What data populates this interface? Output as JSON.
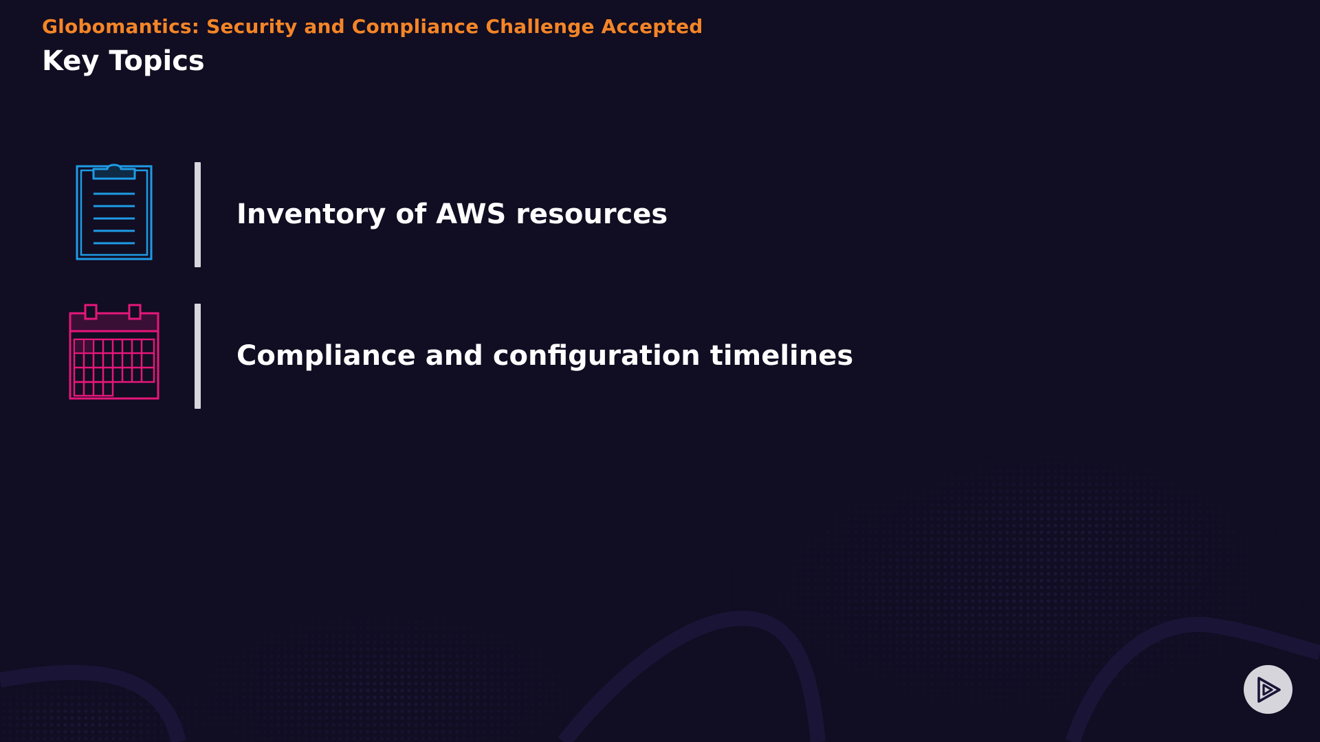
{
  "header": {
    "course_title": "Globomantics: Security and Compliance Challenge Accepted",
    "slide_title": "Key Topics"
  },
  "topics": [
    {
      "label": "Inventory of AWS resources",
      "icon": "clipboard-icon",
      "icon_color": "#1e9ce6"
    },
    {
      "label": "Compliance and configuration timelines",
      "icon": "calendar-icon",
      "icon_color": "#e6177a"
    }
  ],
  "branding": {
    "logo": "play-logo-icon"
  },
  "colors": {
    "background": "#110d22",
    "accent": "#f48527",
    "title": "#ffffff",
    "divider": "#d8d6de",
    "pattern": "#1a1436"
  }
}
